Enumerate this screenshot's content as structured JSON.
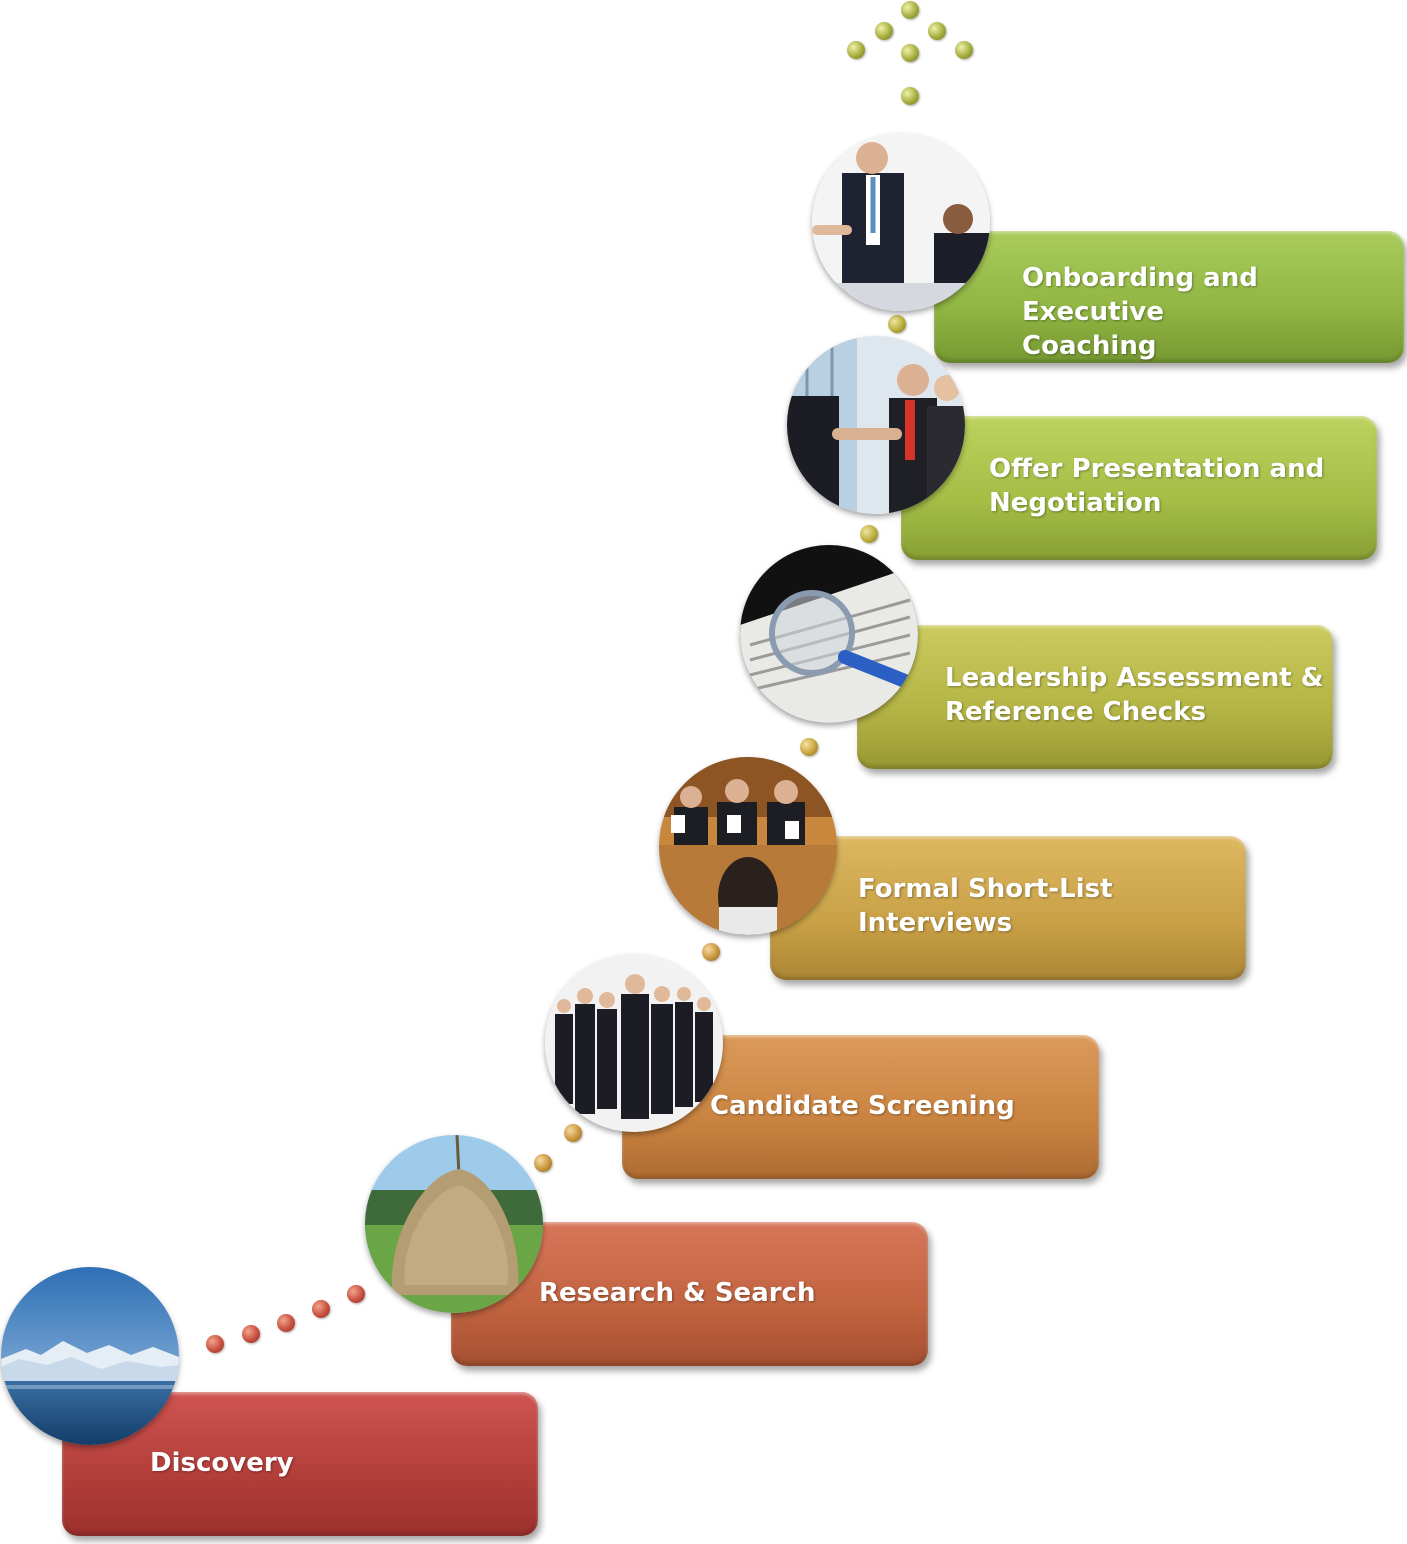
{
  "steps": [
    {
      "label": "Discovery",
      "color": "#b8403c",
      "icon": "iceberg-photo"
    },
    {
      "label": "Research & Search",
      "color": "#c0633f",
      "icon": "haystack-photo"
    },
    {
      "label": "Candidate Screening",
      "color": "#c98340",
      "icon": "business-group-photo"
    },
    {
      "label": "Formal Short-List\nInterviews",
      "color": "#c9a046",
      "icon": "interview-panel-photo"
    },
    {
      "label": "Leadership Assessment &\nReference Checks",
      "color": "#b4b445",
      "icon": "magnifying-glass-photo"
    },
    {
      "label": "Offer Presentation and\nNegotiation",
      "color": "#a4bd45",
      "icon": "handshake-photo"
    },
    {
      "label": "Onboarding and Executive\nCoaching",
      "color": "#90b542",
      "icon": "business-meeting-photo"
    }
  ],
  "colors": {
    "dot_red": "#c8503e",
    "dot_bronze": "#c8963c",
    "dot_olive": "#a6ad3e",
    "dot_green": "#99b53a"
  }
}
